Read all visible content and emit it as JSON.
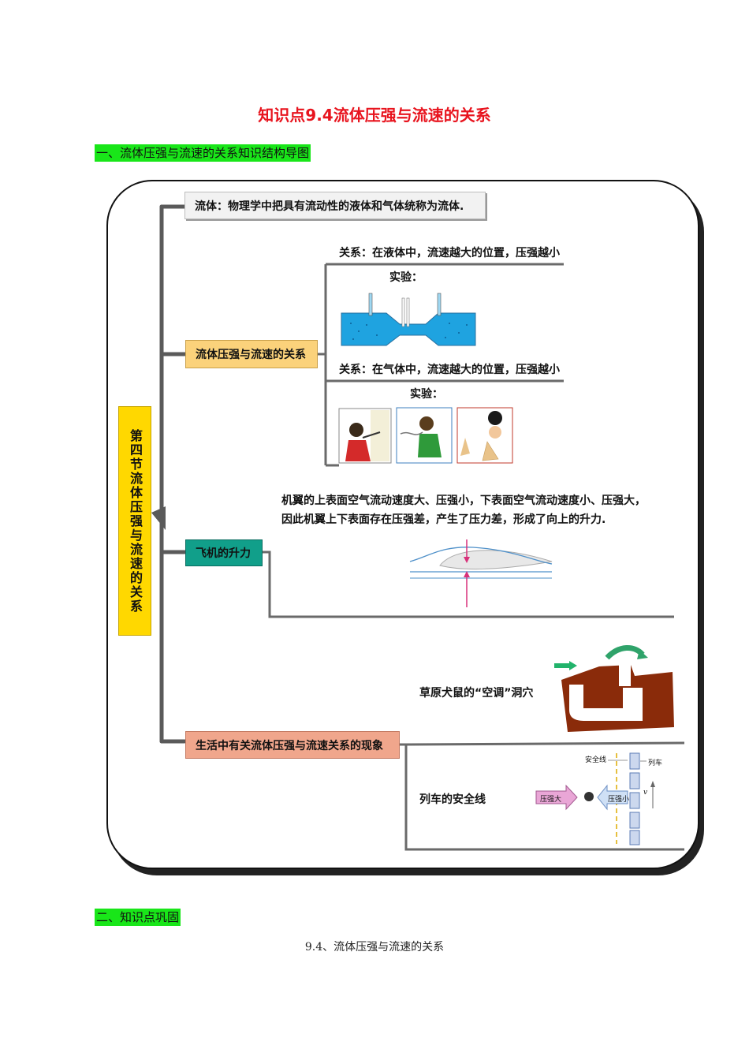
{
  "title": "知识点9.4流体压强与流速的关系",
  "section1": "一、流体压强与流速的关系知识结构导图",
  "section2": "二、知识点巩固",
  "footer": "9.4、流体压强与流速的关系",
  "map": {
    "center": "第四节流体压强与流速的关系",
    "fluid_def": "流体：物理学中把具有流动性的液体和气体统称为流体.",
    "relation_node": "流体压强与流速的关系",
    "liquid_relation": "关系：在液体中，流速越大的位置，压强越小",
    "liquid_experiment": "实验：",
    "gas_relation": "关系：在气体中，流速越大的位置，压强越小",
    "gas_experiment": "实验：",
    "lift_node": "飞机的升力",
    "lift_text_1": "机翼的上表面空气流动速度大、压强小，下表面空气流动速度小、压强大，",
    "lift_text_2": "因此机翼上下表面存在压强差，产生了压力差，形成了向上的升力.",
    "life_node": "生活中有关流体压强与流速关系的现象",
    "burrow": "草原犬鼠的“空调”洞穴",
    "train_line": "列车的安全线",
    "train_labels": {
      "safety_line": "安全线",
      "train": "列车",
      "high_pressure": "压强大",
      "low_pressure": "压强小",
      "v": "v"
    }
  }
}
